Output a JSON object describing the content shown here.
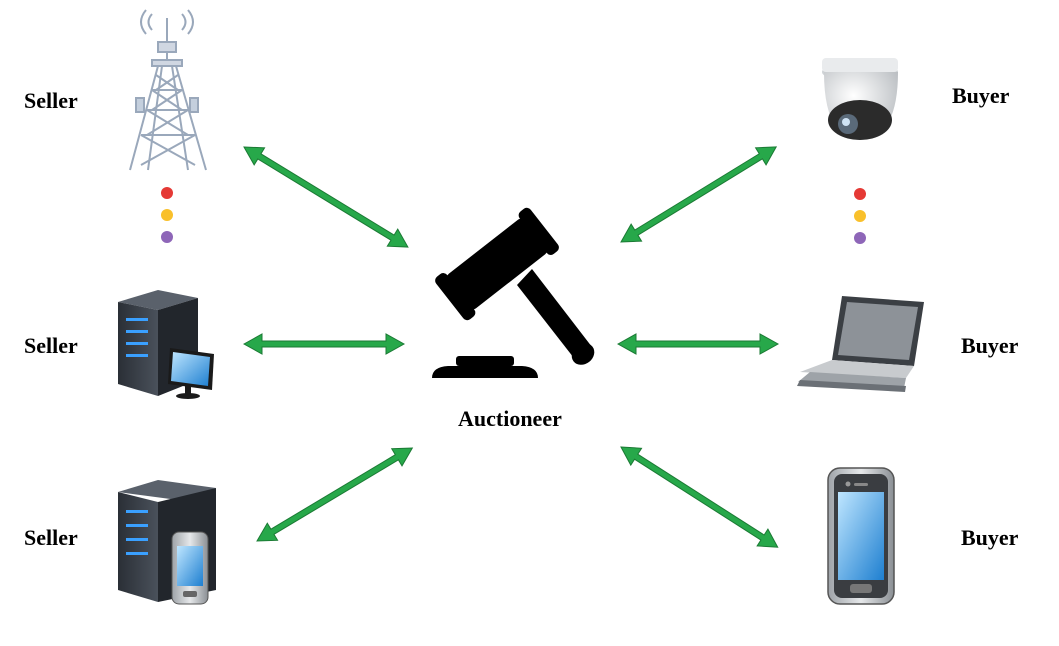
{
  "sellers": [
    {
      "label": "Seller",
      "icon": "cell-tower-icon"
    },
    {
      "label": "Seller",
      "icon": "server-with-monitor-icon"
    },
    {
      "label": "Seller",
      "icon": "server-with-phone-icon"
    }
  ],
  "buyers": [
    {
      "label": "Buyer",
      "icon": "security-camera-icon"
    },
    {
      "label": "Buyer",
      "icon": "laptop-icon"
    },
    {
      "label": "Buyer",
      "icon": "smartphone-icon"
    }
  ],
  "auctioneer": {
    "label": "Auctioneer",
    "icon": "gavel-icon"
  },
  "colors": {
    "arrow": "#27a84a",
    "arrow_outline": "#1b7a34",
    "dot_red": "#e53935",
    "dot_yellow": "#f9c02b",
    "dot_purple": "#8e66b8"
  }
}
